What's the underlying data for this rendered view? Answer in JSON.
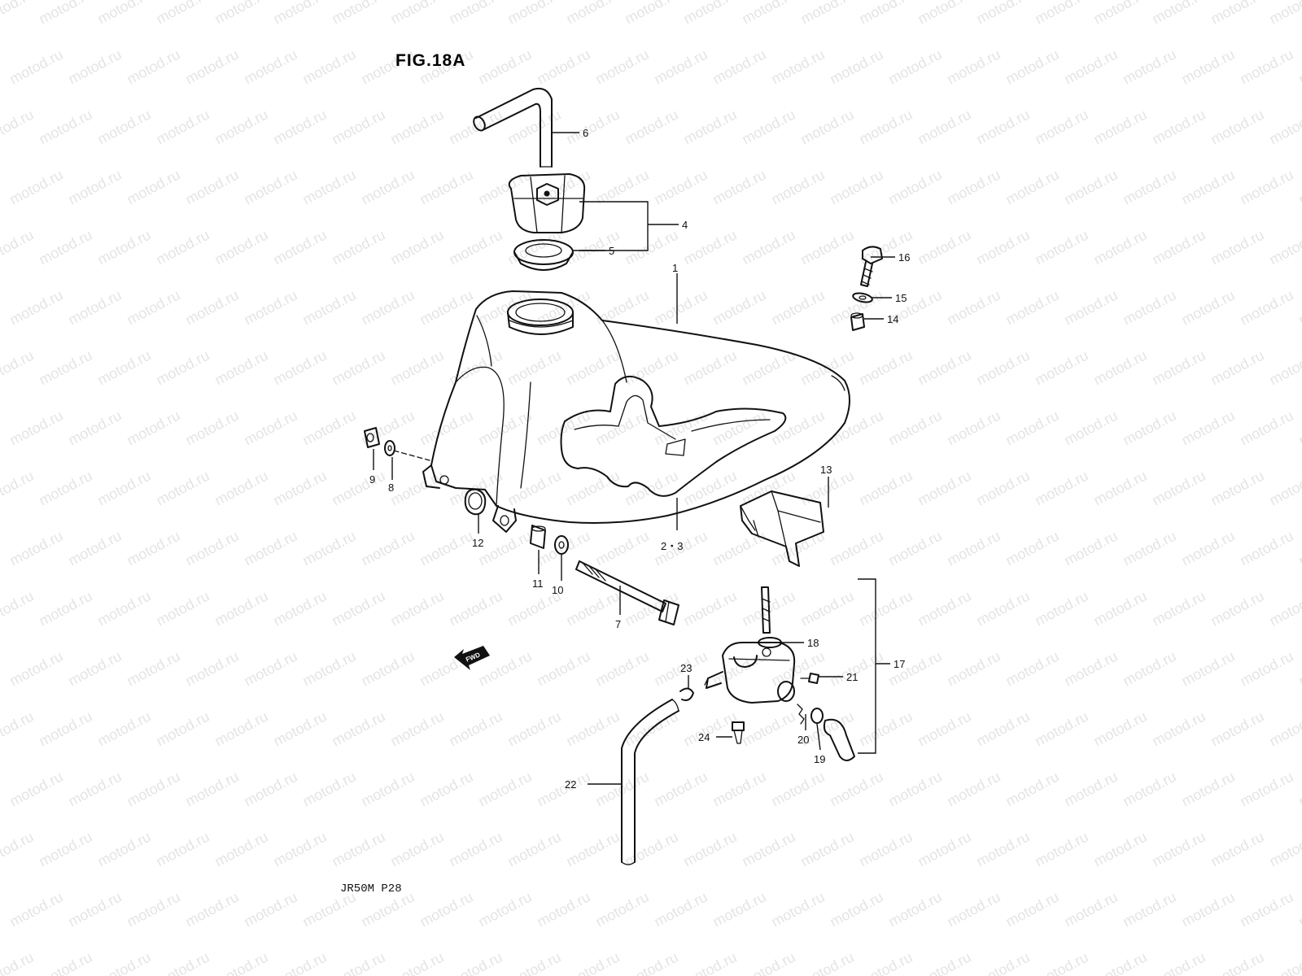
{
  "figure": {
    "title": "FIG.18A",
    "footer_code": "JR50M  P28",
    "direction_badge": "FWD",
    "watermark": "motod.ru"
  },
  "callouts": [
    {
      "id": "c1",
      "label": "1"
    },
    {
      "id": "c23",
      "label": "2・3"
    },
    {
      "id": "c4",
      "label": "4"
    },
    {
      "id": "c5",
      "label": "5"
    },
    {
      "id": "c6",
      "label": "6"
    },
    {
      "id": "c7",
      "label": "7"
    },
    {
      "id": "c8",
      "label": "8"
    },
    {
      "id": "c9",
      "label": "9"
    },
    {
      "id": "c10",
      "label": "10"
    },
    {
      "id": "c11",
      "label": "11"
    },
    {
      "id": "c12",
      "label": "12"
    },
    {
      "id": "c13",
      "label": "13"
    },
    {
      "id": "c14",
      "label": "14"
    },
    {
      "id": "c15",
      "label": "15"
    },
    {
      "id": "c16",
      "label": "16"
    },
    {
      "id": "c17",
      "label": "17"
    },
    {
      "id": "c18",
      "label": "18"
    },
    {
      "id": "c19",
      "label": "19"
    },
    {
      "id": "c20",
      "label": "20"
    },
    {
      "id": "c21",
      "label": "21"
    },
    {
      "id": "c22",
      "label": "22"
    },
    {
      "id": "c23b",
      "label": "23"
    },
    {
      "id": "c24",
      "label": "24"
    }
  ],
  "colors": {
    "ink": "#111111",
    "background": "#ffffff",
    "watermark": "#b9b9b9"
  }
}
